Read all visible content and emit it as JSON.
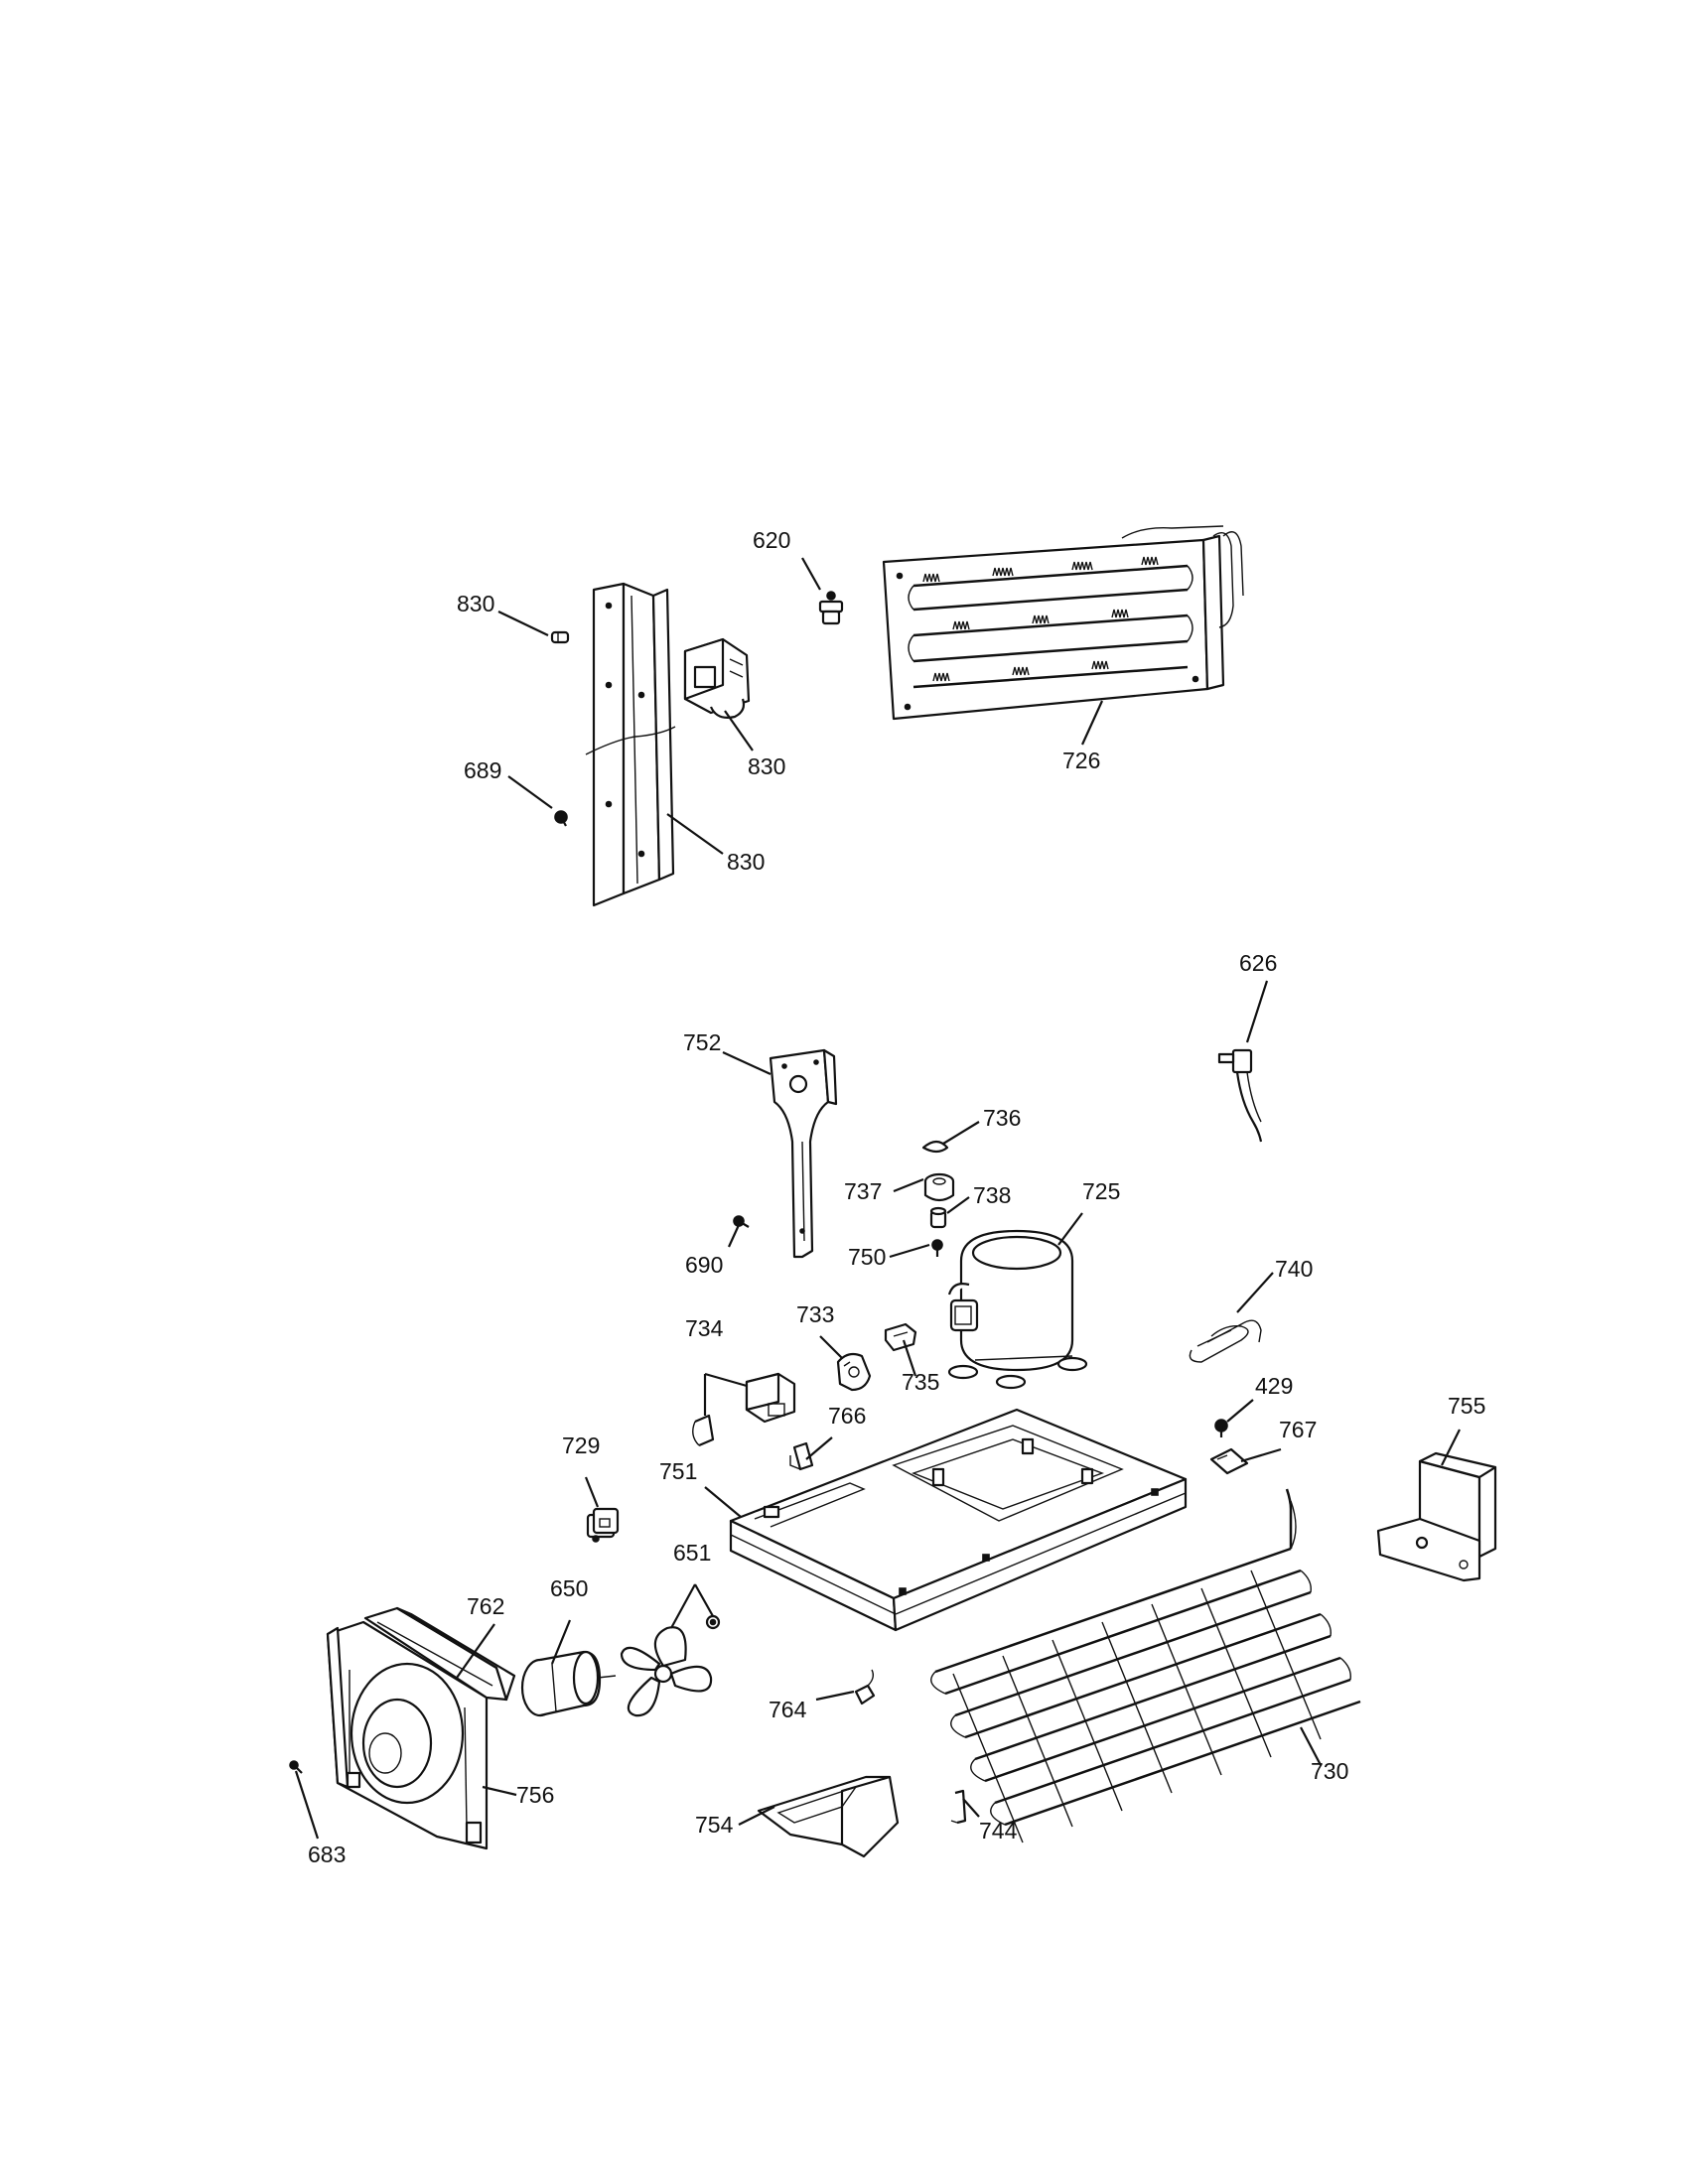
{
  "colors": {
    "ink": "#111111",
    "paper": "#ffffff"
  },
  "labels": {
    "p830a": "830",
    "p830b": "830",
    "p830c": "830",
    "p689": "689",
    "p620": "620",
    "p726": "726",
    "p626": "626",
    "p752": "752",
    "p736": "736",
    "p737": "737",
    "p738": "738",
    "p725": "725",
    "p690": "690",
    "p750": "750",
    "p740": "740",
    "p734": "734",
    "p733": "733",
    "p735": "735",
    "p429": "429",
    "p755": "755",
    "p766": "766",
    "p767": "767",
    "p729": "729",
    "p751": "751",
    "p651": "651",
    "p650": "650",
    "p762": "762",
    "p764": "764",
    "p730": "730",
    "p756": "756",
    "p683": "683",
    "p754": "754",
    "p744": "744"
  }
}
